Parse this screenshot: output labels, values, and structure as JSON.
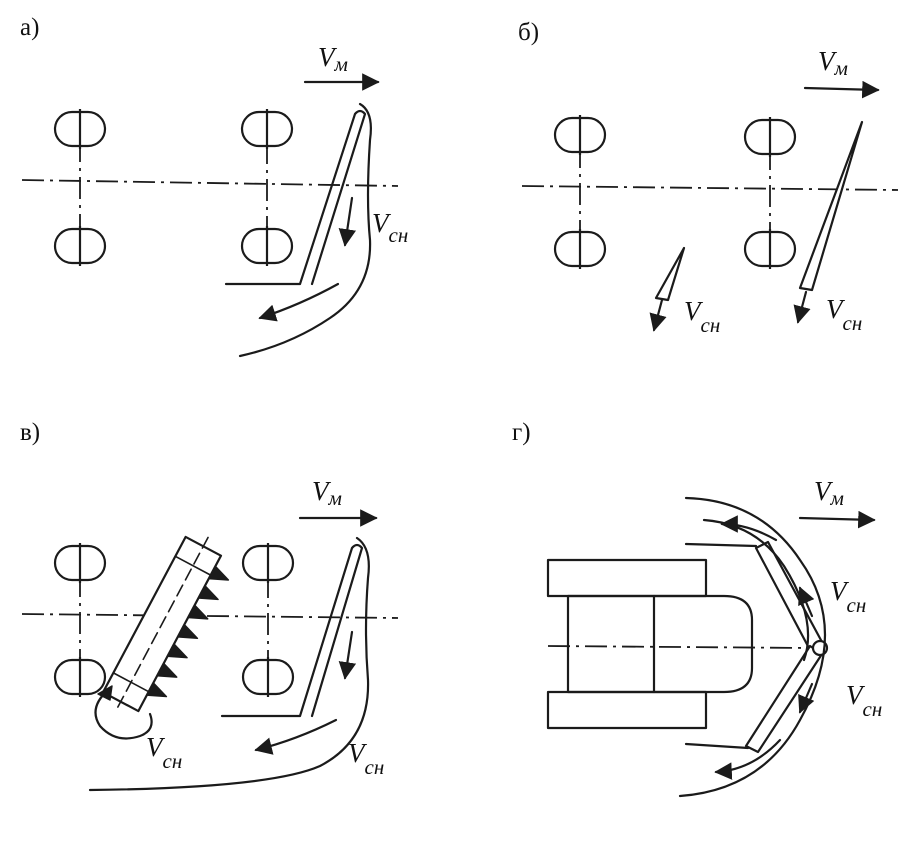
{
  "panels": [
    {
      "id": "a",
      "label": "а)"
    },
    {
      "id": "b",
      "label": "б)"
    },
    {
      "id": "v",
      "label": "в)"
    },
    {
      "id": "g",
      "label": "г)"
    }
  ],
  "symbols": {
    "machine_speed_main": "V",
    "machine_speed_sub": "м",
    "snow_speed_main": "V",
    "snow_speed_sub": "сн"
  },
  "colors": {
    "ink": "#1b1b1b",
    "paper": "#ffffff"
  }
}
